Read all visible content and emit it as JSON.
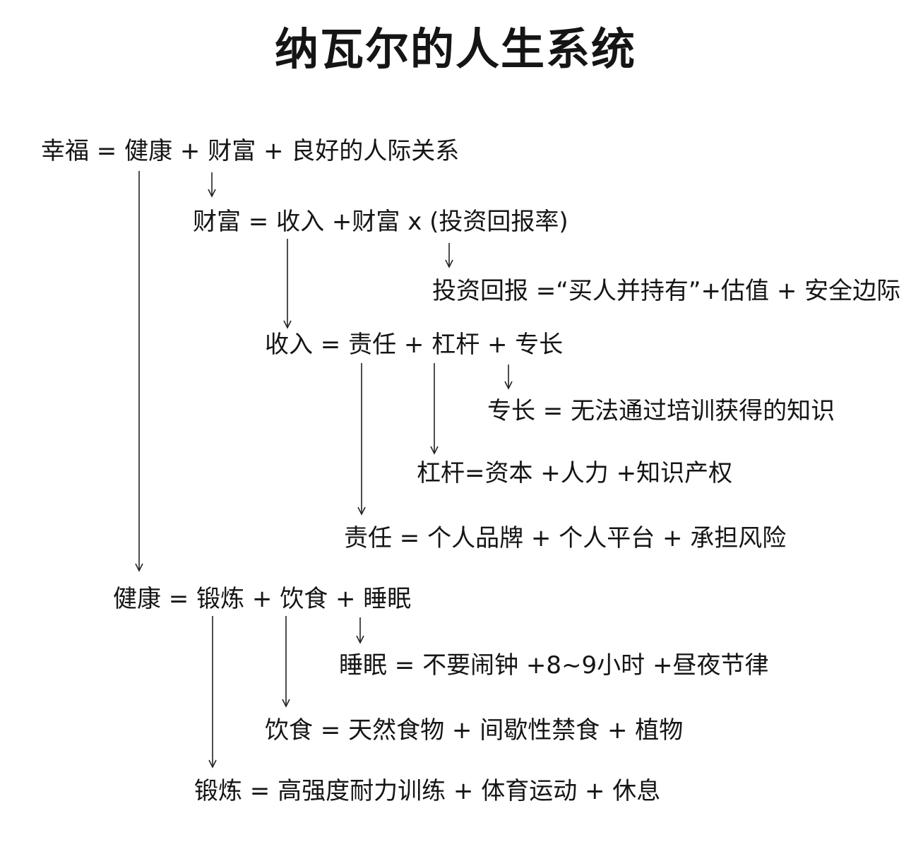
{
  "title": "纳瓦尔的人生系统",
  "equations": {
    "happiness": "幸福 = 健康 + 财富 + 良好的人际关系",
    "wealth": "财富 = 收入 +财富 x (投资回报率)",
    "investment_return": "投资回报 =“买人并持有”+估值 + 安全边际",
    "income": "收入 = 责任 + 杠杆 + 专长",
    "specific_knowledge": "专长 = 无法通过培训获得的知识",
    "leverage": "杠杆=资本 +人力 +知识产权",
    "accountability": "责任 = 个人品牌 + 个人平台 + 承担风险",
    "health": "健康 = 锻炼 + 饮食 + 睡眠",
    "sleep": "睡眠 = 不要闹钟 +8~9小时 +昼夜节律",
    "diet": "饮食 =  天然食物 + 间歇性禁食 + 植物",
    "exercise": "锻炼 = 高强度耐力训练 + 体育运动 + 休息"
  },
  "colors": {
    "text": "#151515",
    "arrow": "#222222",
    "background": "#ffffff"
  }
}
